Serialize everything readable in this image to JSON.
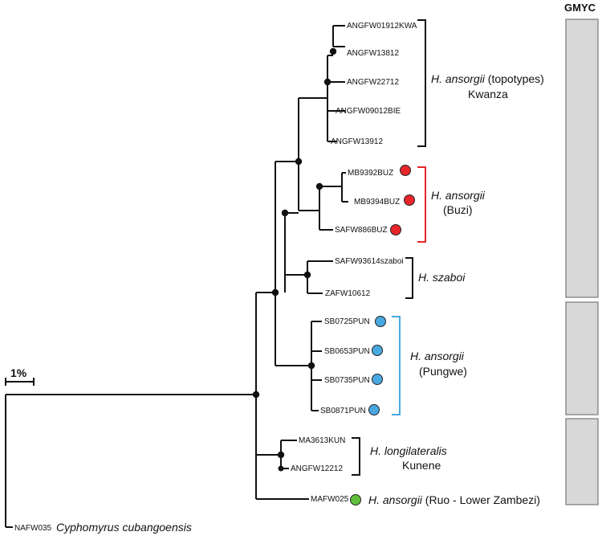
{
  "gmyc_header": "GMYC",
  "scale_bar_label": "1%",
  "colors": {
    "buzi": "#e8262b",
    "pungwe": "#4aa8e0",
    "zambezi": "#5fbf3a",
    "branch": "#111111",
    "gmyc_fill": "#d8d8d8"
  },
  "tips": {
    "angfw01912kwa": "ANGFW01912KWA",
    "angfw13812": "ANGFW13812",
    "angfw22712": "ANGFW22712",
    "angfw09012bie": "ANGFW09012BIE",
    "angfw13912": "ANGFW13912",
    "mb9392buz": "MB9392BUZ",
    "mb9394buz": "MB9394BUZ",
    "safw886buz": "SAFW886BUZ",
    "safw93614szaboi": "SAFW93614szaboi",
    "zafw10612": "ZAFW10612",
    "sb0725pun": "SB0725PUN",
    "sb0653pun": "SB0653PUN",
    "sb0735pun": "SB0735PUN",
    "sb0871pun": "SB0871PUN",
    "ma3613kun": "MA3613KUN",
    "angfw12212": "ANGFW12212",
    "mafw025": "MAFW025",
    "nafw035": "NAFW035"
  },
  "clades": {
    "topotypes": {
      "species": "H. ansorgii",
      "qualifier": " (topotypes)",
      "region": "Kwanza"
    },
    "buzi": {
      "species": "H. ansorgii",
      "region": "(Buzi)"
    },
    "szaboi": {
      "species": "H. szaboi"
    },
    "pungwe": {
      "species": "H. ansorgii",
      "region": "(Pungwe)"
    },
    "kunene": {
      "species": "H. longilateralis",
      "region": "Kunene"
    },
    "zambezi": {
      "species": "H. ansorgii",
      "qualifier": " (Ruo - Lower Zambezi)"
    },
    "outgroup": {
      "species": "Cyphomyrus cubangoensis"
    }
  }
}
